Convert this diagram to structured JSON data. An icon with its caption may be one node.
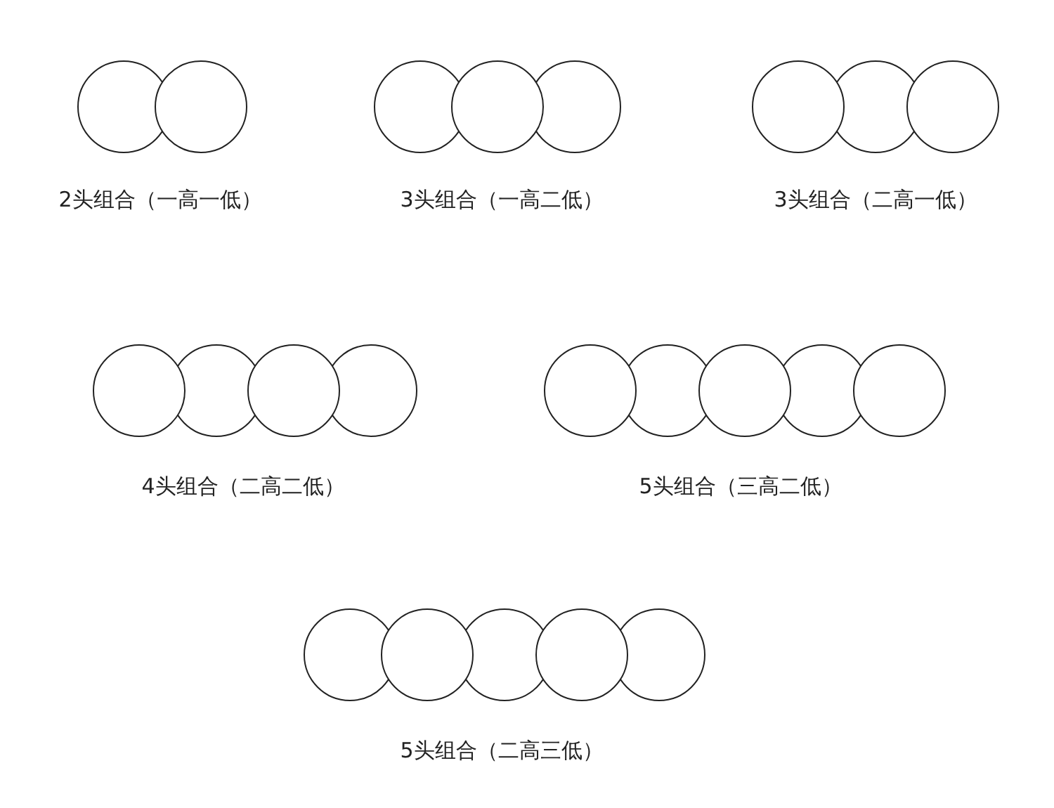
{
  "diagram": {
    "nodes": [
      {
        "text": [],
        "shape": "circle"
      },
      {
        "text": [],
        "shape": "circle"
      },
      {
        "text": [],
        "shape": "circle"
      },
      {
        "text": [],
        "shape": "circle"
      },
      {
        "text": [],
        "shape": "circle"
      },
      {
        "text": [],
        "shape": "circle"
      },
      {
        "text": [],
        "shape": "circle"
      },
      {
        "text": [],
        "shape": "circle"
      },
      {
        "text": [],
        "shape": "circle"
      },
      {
        "text": [],
        "shape": "circle"
      },
      {
        "text": [],
        "shape": "circle"
      },
      {
        "text": [],
        "shape": "circle"
      },
      {
        "text": [],
        "shape": "circle"
      },
      {
        "text": [],
        "shape": "circle"
      },
      {
        "text": [],
        "shape": "circle"
      },
      {
        "text": [],
        "shape": "circle"
      },
      {
        "text": [],
        "shape": "circle"
      },
      {
        "text": [],
        "shape": "circle"
      },
      {
        "text": [],
        "shape": "circle"
      },
      {
        "text": [],
        "shape": "circle"
      },
      {
        "text": [],
        "shape": "circle"
      },
      {
        "text": [],
        "shape": "circle"
      }
    ],
    "labels": [
      "2头组合（一高一低）",
      "3头组合（一高二低）",
      "3头组合（二高一低）",
      "4头组合（二高二低）",
      "5头组合（三高二低）",
      "5头组合（二高三低）"
    ]
  }
}
